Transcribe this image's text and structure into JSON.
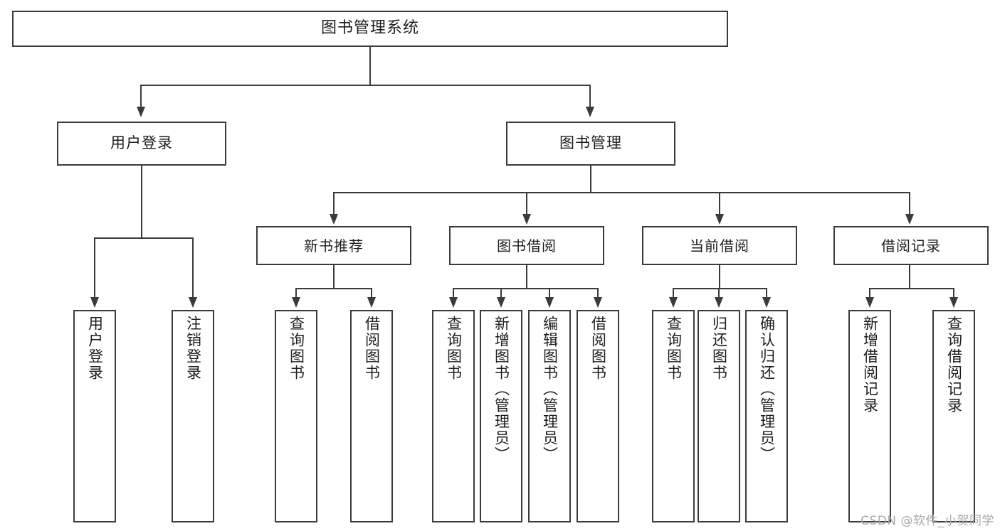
{
  "diagram": {
    "type": "tree-hierarchy",
    "title": "图书管理系统",
    "watermark": "CSDN @软件_小贺同学",
    "colors": {
      "stroke": "#3b3b3b",
      "box_fill": "#ffffff",
      "text": "#1d1d1d",
      "background": "#ffffff",
      "watermark": "#a9a9a9"
    },
    "root": {
      "label": "图书管理系统"
    },
    "level1": [
      {
        "label": "用户登录"
      },
      {
        "label": "图书管理"
      }
    ],
    "level2": [
      {
        "label": "新书推荐"
      },
      {
        "label": "图书借阅"
      },
      {
        "label": "当前借阅"
      },
      {
        "label": "借阅记录"
      }
    ],
    "leaves": {
      "user_login": [
        {
          "label": "用户登录"
        },
        {
          "label": "注销登录"
        }
      ],
      "new_book_recommend": [
        {
          "label": "查询图书"
        },
        {
          "label": "借阅图书"
        }
      ],
      "book_borrow": [
        {
          "label": "查询图书"
        },
        {
          "label": "新增图书（管理员）"
        },
        {
          "label": "编辑图书（管理员）"
        },
        {
          "label": "借阅图书"
        }
      ],
      "current_borrow": [
        {
          "label": "查询图书"
        },
        {
          "label": "归还图书"
        },
        {
          "label": "确认归还（管理员）"
        }
      ],
      "borrow_record": [
        {
          "label": "新增借阅记录"
        },
        {
          "label": "查询借阅记录"
        }
      ]
    }
  }
}
